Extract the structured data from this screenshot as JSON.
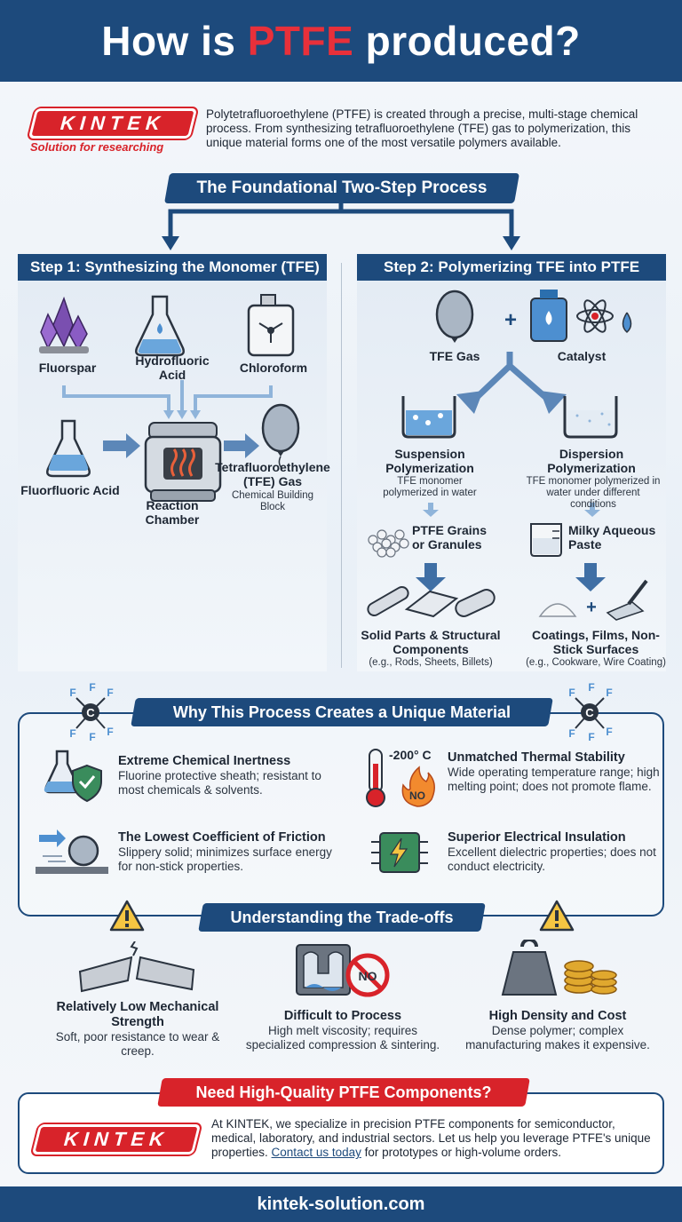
{
  "header": {
    "title_prefix": "How is ",
    "title_highlight": "PTFE",
    "title_suffix": " produced?"
  },
  "brand": {
    "logo_text": "KINTEK",
    "tagline": "Solution for researching"
  },
  "intro": "Polytetrafluoroethylene (PTFE) is created through a precise, multi-stage chemical process.  From synthesizing tetrafluoroethylene (TFE) gas to polymerization, this unique material forms one of the most versatile polymers available.",
  "process": {
    "title": "The Foundational Two-Step Process"
  },
  "step1": {
    "title": "Step 1: Synthesizing the Monomer (TFE)",
    "fluorspar": "Fluorspar",
    "hydrofluoric": "Hydrofluoric Acid",
    "chloroform": "Chloroform",
    "fluorfluoric": "Fluorfluoric Acid",
    "chamber": "Reaction Chamber",
    "tfe_gas": "Tetrafluoroethylene (TFE) Gas",
    "tfe_desc": "Chemical Building Block"
  },
  "step2": {
    "title": "Step 2: Polymerizing TFE into PTFE",
    "tfe_gas": "TFE Gas",
    "catalyst": "Catalyst",
    "suspension": "Suspension Polymerization",
    "suspension_desc": "TFE monomer polymerized in water",
    "dispersion": "Dispersion Polymerization",
    "dispersion_desc": "TFE monomer polymerized in water under different conditions",
    "grains": "PTFE Grains or Granules",
    "paste": "Milky Aqueous Paste",
    "solid_parts": "Solid Parts & Structural Components",
    "solid_parts_eg": "(e.g., Rods, Sheets, Billets)",
    "coatings": "Coatings, Films, Non-Stick Surfaces",
    "coatings_eg": "(e.g., Cookware, Wire Coating)"
  },
  "unique": {
    "title": "Why This Process Creates a Unique Material",
    "props": [
      {
        "title": "Extreme Chemical Inertness",
        "desc": "Fluorine protective sheath; resistant to most chemicals & solvents."
      },
      {
        "title": "Unmatched Thermal Stability",
        "desc": "Wide operating temperature range; high melting point; does not promote flame."
      },
      {
        "title": "The Lowest Coefficient of Friction",
        "desc": "Slippery solid; minimizes surface energy for non-stick properties."
      },
      {
        "title": "Superior Electrical Insulation",
        "desc": "Excellent dielectric properties; does not conduct electricity."
      }
    ],
    "temp_label": "-200° C",
    "no_label": "NO",
    "molecule_c": "C",
    "molecule_f": "F"
  },
  "tradeoffs": {
    "title": "Understanding the Trade-offs",
    "items": [
      {
        "title": "Relatively Low Mechanical Strength",
        "desc": "Soft, poor resistance to wear & creep."
      },
      {
        "title": "Difficult to Process",
        "desc": "High melt viscosity; requires specialized compression & sintering."
      },
      {
        "title": "High Density and Cost",
        "desc": "Dense polymer; complex manufacturing makes it expensive."
      }
    ],
    "no_label": "NO"
  },
  "cta": {
    "title": "Need High-Quality PTFE Components?",
    "text_before": "At KINTEK, we specialize in precision PTFE components for semiconductor, medical, laboratory, and industrial sectors. Let us help you leverage PTFE's unique properties. ",
    "link": "Contact us today",
    "text_after": " for prototypes or high-volume orders."
  },
  "footer": {
    "url": "kintek-solution.com"
  },
  "colors": {
    "navy": "#1d4a7c",
    "red": "#d8232a",
    "blue": "#4d8fd0"
  }
}
